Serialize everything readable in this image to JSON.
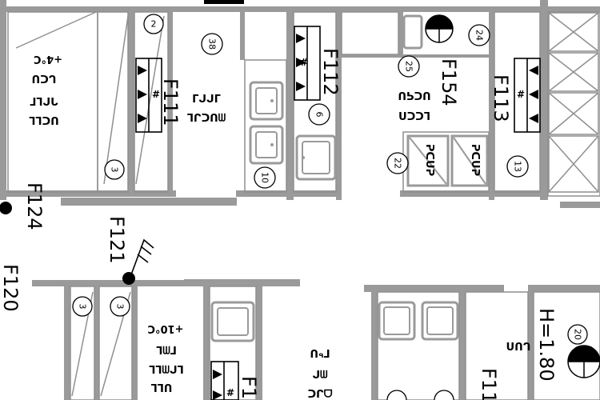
{
  "room_labels": {
    "f111": "F111",
    "f112": "F112",
    "f154": "F154",
    "f113": "F113",
    "f124": "F124",
    "f121": "F121",
    "f120": "F120",
    "f11_partial_bottom": "F1",
    "f11_partial_right": "F11"
  },
  "equipment_numbers": {
    "n2": "2",
    "n38": "38",
    "n24": "24",
    "n25": "25",
    "n6": "6",
    "n10": "10",
    "n22": "22",
    "n13": "13",
    "n3a": "3",
    "n3b": "3",
    "n3c": "3",
    "n20": "20"
  },
  "notes": {
    "cold_room_temp": "+4°C",
    "cold_room_line1": "ᒐᑕᑌ",
    "cold_room_line2": "ᒉᒋᒪᒥ",
    "cold_room_line3": "ᑌᑕᒪᒪ",
    "f111_line1": "ᒧᒋᒋᒧ",
    "f111_line2": "ᗰᑌᑕᒍᒪ",
    "f154_line1": "ᑌᑕᕋᑌ",
    "f154_line2": "ᒪᑕᑕᑎ",
    "unit_label": "ᕈᑕᑌᕈ",
    "lower_temp": "+10°C",
    "lower_line1": "ᒥᗰᒪ",
    "lower_line2": "ᒪᒋᗰᒪᒪ",
    "lower_line3": "ᑌᒪᒪ",
    "lower_mid_line1": "ᒥᒃᑌ",
    "lower_mid_line2": "ᗰᒋ",
    "lower_mid_line3": "ᗝᒍᑕ",
    "height_label": "H=1.80",
    "right_small": "ᒐᑌᑎ"
  },
  "colors": {
    "wall": "#9a9a9a",
    "line": "#000000",
    "background": "#ffffff"
  }
}
